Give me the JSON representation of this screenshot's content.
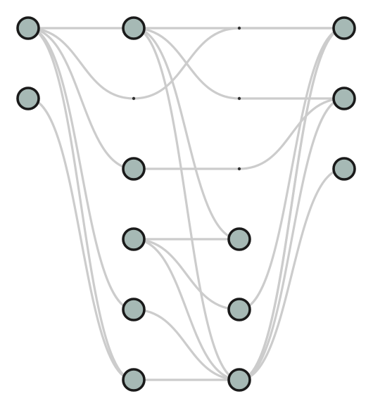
{
  "diagram": {
    "type": "layered-graph",
    "colors": {
      "edge": "#cccccc",
      "node_fill": "#a6b9b5",
      "node_stroke": "#1a1a1a",
      "dummy": "#333333",
      "background": "#ffffff"
    },
    "layers": [
      [
        "a1",
        "a2"
      ],
      [
        "b1",
        "b2",
        "b3",
        "b4",
        "b5",
        "b6"
      ],
      [
        "c1",
        "c2",
        "c3",
        "c4",
        "c5",
        "c6"
      ],
      [
        "d1",
        "d2",
        "d3"
      ]
    ],
    "dummy_nodes": [
      "b2",
      "c1",
      "c2",
      "c3"
    ],
    "edges": [
      [
        "a1",
        "b2"
      ],
      [
        "b2",
        "c1"
      ],
      [
        "c1",
        "d1"
      ],
      [
        "a1",
        "d1"
      ],
      [
        "a1",
        "b3"
      ],
      [
        "b3",
        "c3"
      ],
      [
        "c3",
        "d2"
      ],
      [
        "a1",
        "b5"
      ],
      [
        "a1",
        "b6"
      ],
      [
        "a2",
        "b6"
      ],
      [
        "b1",
        "c2"
      ],
      [
        "c2",
        "d2"
      ],
      [
        "b1",
        "c4"
      ],
      [
        "b1",
        "c6"
      ],
      [
        "b4",
        "c4"
      ],
      [
        "b4",
        "c5"
      ],
      [
        "b4",
        "c6"
      ],
      [
        "b5",
        "c6"
      ],
      [
        "b6",
        "c6"
      ],
      [
        "c5",
        "d1"
      ],
      [
        "c6",
        "d1"
      ],
      [
        "c6",
        "d2"
      ],
      [
        "c6",
        "d3"
      ],
      [
        "c6",
        "d1"
      ]
    ]
  }
}
